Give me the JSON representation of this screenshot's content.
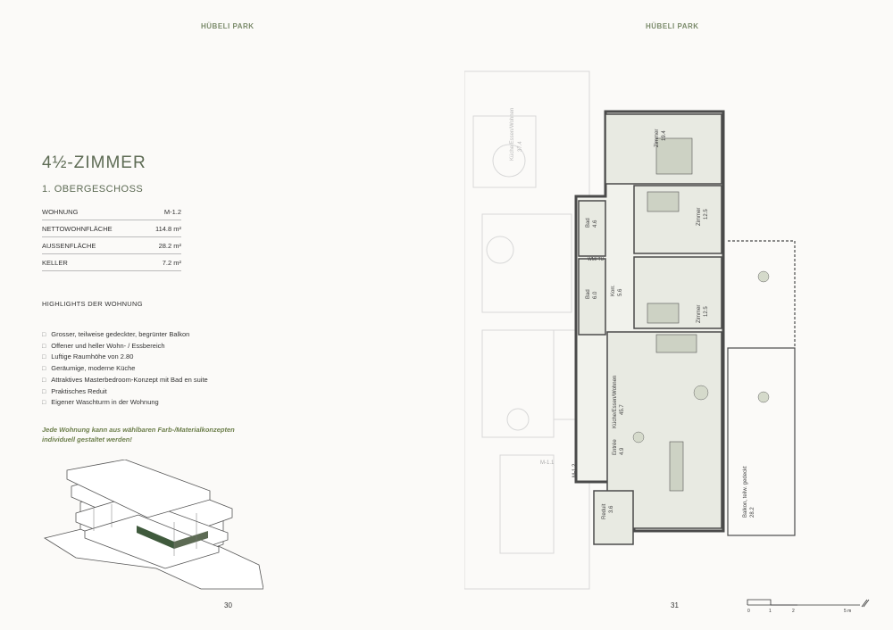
{
  "header": {
    "left": "HÜBELI PARK",
    "right": "HÜBELI PARK"
  },
  "title": "4½-ZIMMER",
  "subtitle": "1. OBERGESCHOSS",
  "facts": [
    {
      "label": "WOHNUNG",
      "value": "M-1.2"
    },
    {
      "label": "NETTOWOHNFLÄCHE",
      "value": "114.8 m²"
    },
    {
      "label": "AUSSENFLÄCHE",
      "value": "28.2 m²"
    },
    {
      "label": "KELLER",
      "value": "7.2 m²"
    }
  ],
  "highlights_title": "HIGHLIGHTS DER WOHNUNG",
  "highlights": [
    "Grosser, teilweise gedeckter, begrünter Balkon",
    "Offener und heller Wohn- / Essbereich",
    "Luftige Raumhöhe von 2.80",
    "Geräumige, moderne Küche",
    "Attraktives Masterbedroom-Konzept mit Bad en suite",
    "Praktisches Reduit",
    "Eigener Waschturm in der Wohnung"
  ],
  "note": "Jede Wohnung kann aus wählbaren Farb-/Materialkonzepten individuell gestaltet werden!",
  "page_left": "30",
  "page_right": "31",
  "plan": {
    "rooms": [
      {
        "name": "Zimmer",
        "area": "19.4"
      },
      {
        "name": "Zimmer",
        "area": "12.5"
      },
      {
        "name": "Zimmer",
        "area": "12.5"
      },
      {
        "name": "Bad",
        "area": "4.6"
      },
      {
        "name": "Bad",
        "area": "6.0"
      },
      {
        "name": "Korr.",
        "area": "5.6"
      },
      {
        "name": "Küche/Essen/Wohnen",
        "area": "45.7"
      },
      {
        "name": "Entrée",
        "area": "4.9"
      },
      {
        "name": "Reduit",
        "area": "3.6"
      },
      {
        "name": "Balkon, teilw. gedeckt",
        "area": "28.2"
      },
      {
        "name": "Küche/Essen/Wohnen",
        "area": "37.4"
      }
    ],
    "wm_label": "WM/ TU",
    "unit_label": "M-1.2",
    "unit_label_neighbor": "M-1.1",
    "scale": [
      "0",
      "1",
      "2",
      "5 m"
    ]
  },
  "colors": {
    "accent": "#5d6b54",
    "room_fill": "#e9ebe3",
    "wall": "#4a4a4a"
  }
}
